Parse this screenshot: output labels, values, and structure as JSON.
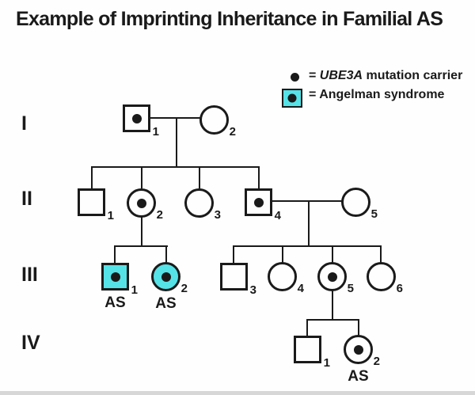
{
  "title": "Example of Imprinting Inheritance in Familial AS",
  "legend": {
    "carrier_prefix": "= ",
    "carrier_gene": "UBE3A",
    "carrier_suffix": " mutation carrier",
    "affected_label": "= Angelman syndrome"
  },
  "generations": [
    {
      "numeral": "I"
    },
    {
      "numeral": "II"
    },
    {
      "numeral": "III"
    },
    {
      "numeral": "IV"
    }
  ],
  "individuals": [
    {
      "id": "I-1",
      "generation": "I",
      "number": "1",
      "sex": "male",
      "carrier": true,
      "affected": false
    },
    {
      "id": "I-2",
      "generation": "I",
      "number": "2",
      "sex": "female",
      "carrier": false,
      "affected": false
    },
    {
      "id": "II-1",
      "generation": "II",
      "number": "1",
      "sex": "male",
      "carrier": false,
      "affected": false
    },
    {
      "id": "II-2",
      "generation": "II",
      "number": "2",
      "sex": "female",
      "carrier": true,
      "affected": false
    },
    {
      "id": "II-3",
      "generation": "II",
      "number": "3",
      "sex": "female",
      "carrier": false,
      "affected": false
    },
    {
      "id": "II-4",
      "generation": "II",
      "number": "4",
      "sex": "male",
      "carrier": true,
      "affected": false
    },
    {
      "id": "II-5",
      "generation": "II",
      "number": "5",
      "sex": "female",
      "carrier": false,
      "affected": false
    },
    {
      "id": "III-1",
      "generation": "III",
      "number": "1",
      "sex": "male",
      "carrier": true,
      "affected": true,
      "status_label": "AS"
    },
    {
      "id": "III-2",
      "generation": "III",
      "number": "2",
      "sex": "female",
      "carrier": true,
      "affected": true,
      "status_label": "AS"
    },
    {
      "id": "III-3",
      "generation": "III",
      "number": "3",
      "sex": "male",
      "carrier": false,
      "affected": false
    },
    {
      "id": "III-4",
      "generation": "III",
      "number": "4",
      "sex": "female",
      "carrier": false,
      "affected": false
    },
    {
      "id": "III-5",
      "generation": "III",
      "number": "5",
      "sex": "female",
      "carrier": true,
      "affected": false
    },
    {
      "id": "III-6",
      "generation": "III",
      "number": "6",
      "sex": "female",
      "carrier": false,
      "affected": false
    },
    {
      "id": "IV-1",
      "generation": "IV",
      "number": "1",
      "sex": "male",
      "carrier": false,
      "affected": false
    },
    {
      "id": "IV-2",
      "generation": "IV",
      "number": "2",
      "sex": "female",
      "carrier": true,
      "affected": true,
      "status_label": "AS"
    }
  ],
  "colors": {
    "affected_fill": "#55e3e8",
    "line": "#1a1a1a"
  }
}
